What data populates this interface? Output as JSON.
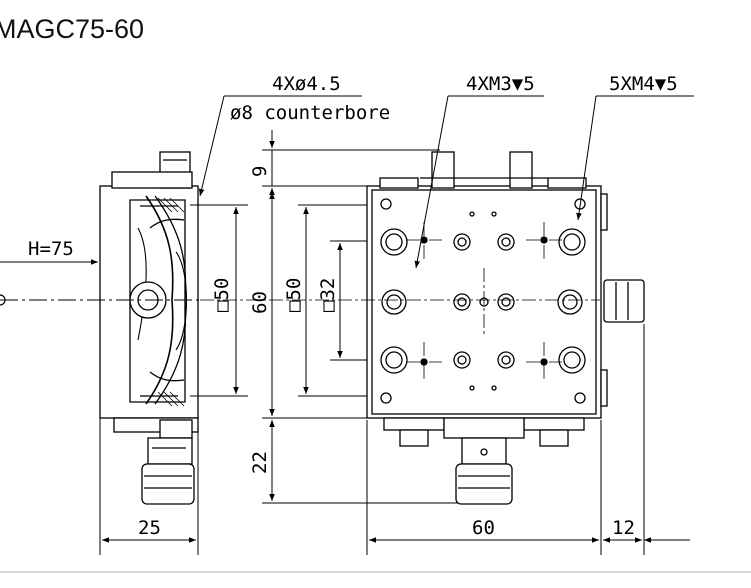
{
  "title": "MAGC75-60",
  "callouts": {
    "mount_holes": "4Xø4.5",
    "counterbore": "ø8 counterbore",
    "m3_holes": "4XM3▼5",
    "m4_holes": "5XM4▼5"
  },
  "dims": {
    "h75": "H=75",
    "d9": "9",
    "d60_vertical": "60",
    "d22": "22",
    "d50_left": "□50",
    "d50_mid": "□50",
    "d32": "□32",
    "d25": "25",
    "d60_bottom": "60",
    "d12": "12"
  }
}
